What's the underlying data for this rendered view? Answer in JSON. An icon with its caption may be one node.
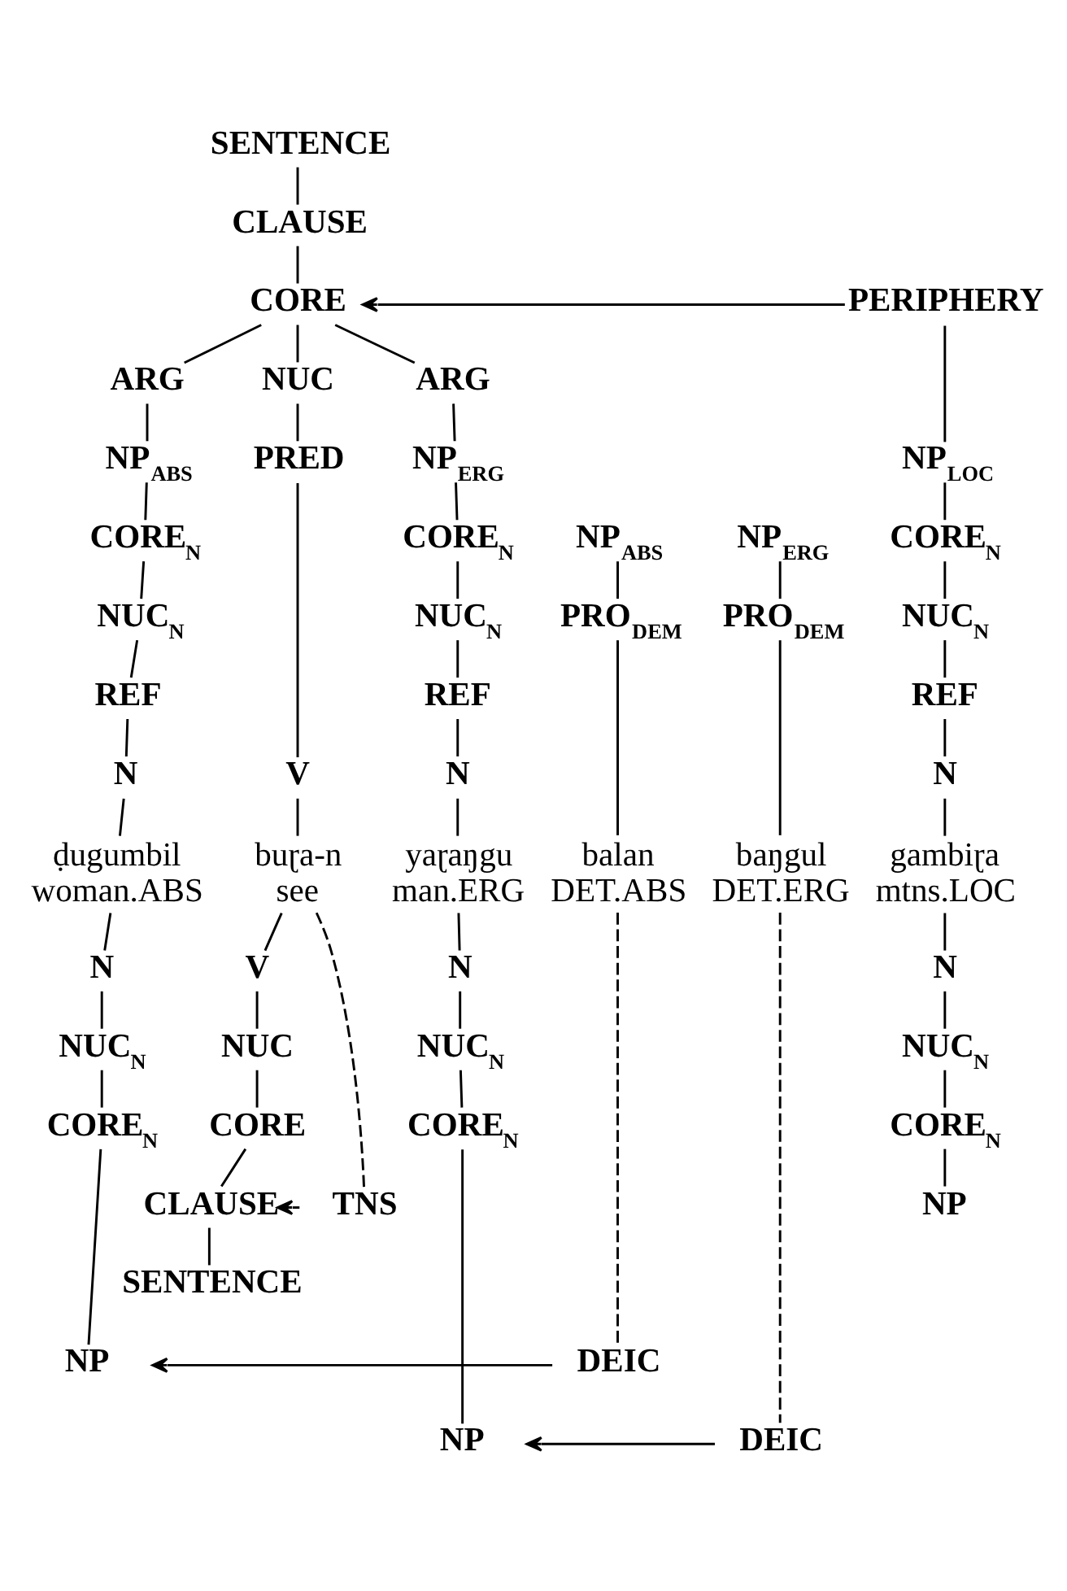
{
  "diagram": {
    "nodes": [
      {
        "text": [
          "SENTENCE"
        ]
      },
      {
        "text": [
          "CLAUSE"
        ]
      },
      {
        "text": [
          "PERIPHERY"
        ]
      },
      {
        "text": [
          "CORE"
        ]
      },
      {
        "text": [
          "ARG"
        ]
      },
      {
        "text": [
          "NUC"
        ]
      },
      {
        "text": [
          "ARG"
        ]
      },
      {
        "text": [
          "NP$_{ABS}$"
        ]
      },
      {
        "text": [
          "NP$_{LOC}$"
        ]
      },
      {
        "text": [
          "PRED"
        ]
      },
      {
        "text": [
          "NP$_{ERG}$"
        ]
      },
      {
        "text": [
          "CORE$_{N}$"
        ]
      },
      {
        "text": [
          "CORE$_{N}$"
        ]
      },
      {
        "text": [
          "NP$_{ERG}$"
        ]
      },
      {
        "text": [
          "NP$_{ABS}$"
        ]
      },
      {
        "text": [
          "CORE$_{N}$"
        ]
      },
      {
        "text": [
          "NUC$_{N}$"
        ]
      },
      {
        "text": [
          "NUC$_{N}$"
        ]
      },
      {
        "text": [
          "PRO$_{DEM}$"
        ]
      },
      {
        "text": [
          "PRO$_{DEM}$"
        ]
      },
      {
        "text": [
          "NUC$_{N}$"
        ]
      },
      {
        "text": [
          "REF"
        ]
      },
      {
        "text": [
          "REF"
        ]
      },
      {
        "text": [
          "REF"
        ]
      },
      {
        "text": [
          "N"
        ]
      },
      {
        "text": [
          "N"
        ]
      },
      {
        "text": [
          "V"
        ]
      },
      {
        "text": [
          "N"
        ]
      },
      {
        "text": [
          "ḍugumbil",
          "woman.ABS"
        ]
      },
      {
        "text": [
          "gambiɽa",
          "mtns.LOC"
        ]
      },
      {
        "text": [
          "baŋgul",
          "DET.ERG"
        ]
      },
      {
        "text": [
          "buɽa-n",
          "see"
        ]
      },
      {
        "text": [
          "balan",
          "DET.ABS"
        ]
      },
      {
        "text": [
          "yaɽaŋgu",
          "man.ERG"
        ]
      },
      {
        "text": [
          "N"
        ]
      },
      {
        "text": [
          "N"
        ]
      },
      {
        "text": [
          "V"
        ]
      },
      {
        "text": [
          "N"
        ]
      },
      {
        "text": [
          "NUC$_{N}$"
        ]
      },
      {
        "text": [
          "NUC$_{N}$"
        ]
      },
      {
        "text": [
          "NUC"
        ]
      },
      {
        "text": [
          "NUC$_{N}$"
        ]
      },
      {
        "text": [
          "CORE$_{N}$"
        ]
      },
      {
        "text": [
          "CORE$_{N}$"
        ]
      },
      {
        "text": [
          "CORE"
        ]
      },
      {
        "text": [
          "CORE$_{N}$"
        ]
      },
      {
        "text": [
          "NP"
        ]
      },
      {
        "text": [
          "CLAUSE"
        ]
      },
      {
        "text": [
          "TNS"
        ]
      },
      {
        "text": [
          "SENTENCE"
        ]
      },
      {
        "text": [
          "NP"
        ]
      },
      {
        "text": [
          "DEIC"
        ]
      },
      {
        "text": [
          "DEIC"
        ]
      },
      {
        "text": [
          "NP"
        ]
      }
    ],
    "edges": [
      {
        "from": 0,
        "to": 1,
        "arrow": "none"
      },
      {
        "from": 1,
        "to": 3,
        "arrow": "none"
      },
      {
        "from": 2,
        "to": 3,
        "arrow": "to"
      },
      {
        "from": 3,
        "to": 4,
        "arrow": "none"
      },
      {
        "from": 3,
        "to": 5,
        "arrow": "none"
      },
      {
        "from": 3,
        "to": 6,
        "arrow": "none"
      },
      {
        "from": 2,
        "to": 8,
        "arrow": "none"
      },
      {
        "from": 4,
        "to": 7,
        "arrow": "none"
      },
      {
        "from": 5,
        "to": 9,
        "arrow": "none"
      },
      {
        "from": 6,
        "to": 10,
        "arrow": "none"
      },
      {
        "from": 7,
        "to": 11,
        "arrow": "none"
      },
      {
        "from": 8,
        "to": 12,
        "arrow": "none"
      },
      {
        "from": 10,
        "to": 15,
        "arrow": "none"
      },
      {
        "from": 11,
        "to": 16,
        "arrow": "none"
      },
      {
        "from": 12,
        "to": 17,
        "arrow": "none"
      },
      {
        "from": 13,
        "to": 18,
        "arrow": "none"
      },
      {
        "from": 14,
        "to": 19,
        "arrow": "none"
      },
      {
        "from": 15,
        "to": 20,
        "arrow": "none"
      },
      {
        "from": 16,
        "to": 21,
        "arrow": "none"
      },
      {
        "from": 17,
        "to": 22,
        "arrow": "none"
      },
      {
        "from": 20,
        "to": 23,
        "arrow": "none"
      },
      {
        "from": 21,
        "to": 24,
        "arrow": "none"
      },
      {
        "from": 22,
        "to": 25,
        "arrow": "none"
      },
      {
        "from": 9,
        "to": 26,
        "arrow": "none"
      },
      {
        "from": 23,
        "to": 27,
        "arrow": "none"
      },
      {
        "from": 24,
        "to": 28,
        "arrow": "none"
      },
      {
        "from": 25,
        "to": 29,
        "arrow": "none"
      },
      {
        "from": 18,
        "to": 30,
        "arrow": "none"
      },
      {
        "from": 26,
        "to": 31,
        "arrow": "none"
      },
      {
        "from": 19,
        "to": 32,
        "arrow": "none"
      },
      {
        "from": 27,
        "to": 33,
        "arrow": "none"
      },
      {
        "from": 28,
        "to": 34,
        "arrow": "none"
      },
      {
        "from": 29,
        "to": 35,
        "arrow": "none"
      },
      {
        "from": 31,
        "to": 36,
        "arrow": "none"
      },
      {
        "from": 33,
        "to": 37,
        "arrow": "none"
      },
      {
        "from": 34,
        "to": 38,
        "arrow": "none"
      },
      {
        "from": 35,
        "to": 39,
        "arrow": "none"
      },
      {
        "from": 36,
        "to": 40,
        "arrow": "none"
      },
      {
        "from": 37,
        "to": 41,
        "arrow": "none"
      },
      {
        "from": 38,
        "to": 42,
        "arrow": "none"
      },
      {
        "from": 39,
        "to": 43,
        "arrow": "none"
      },
      {
        "from": 40,
        "to": 44,
        "arrow": "none"
      },
      {
        "from": 41,
        "to": 45,
        "arrow": "none"
      },
      {
        "from": 43,
        "to": 46,
        "arrow": "none"
      },
      {
        "from": 44,
        "to": 47,
        "arrow": "none"
      },
      {
        "from": 48,
        "to": 47,
        "arrow": "to"
      },
      {
        "from": 47,
        "to": 49,
        "arrow": "none"
      },
      {
        "from": 42,
        "to": 50,
        "arrow": "none"
      },
      {
        "from": 51,
        "to": 50,
        "arrow": "to"
      },
      {
        "from": 30,
        "to": 52,
        "arrow": "none",
        "style": "dashed"
      },
      {
        "from": 31,
        "to": 48,
        "arrow": "none",
        "style": "dashed"
      },
      {
        "from": 32,
        "to": 51,
        "arrow": "none",
        "style": "dashed"
      },
      {
        "from": 52,
        "to": 53,
        "arrow": "to"
      },
      {
        "from": 45,
        "to": 53,
        "arrow": "none"
      }
    ]
  }
}
